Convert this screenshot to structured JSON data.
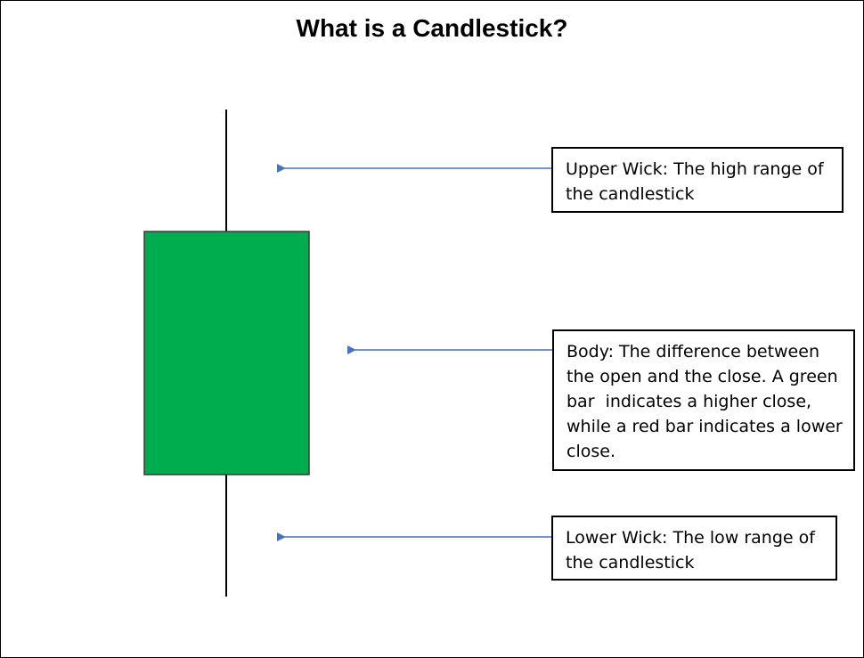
{
  "title": "What is a Candlestick?",
  "candle": {
    "body_color": "#00AD4E",
    "wick_color": "#000000"
  },
  "arrow_color": "#4472C4",
  "callouts": {
    "upper_wick": "Upper Wick: The high range of the candlestick",
    "body": "Body: The difference between the open and the close. A green bar  indicates a higher close, while a red bar indicates a lower close.",
    "lower_wick": "Lower Wick: The low range of the candlestick"
  }
}
